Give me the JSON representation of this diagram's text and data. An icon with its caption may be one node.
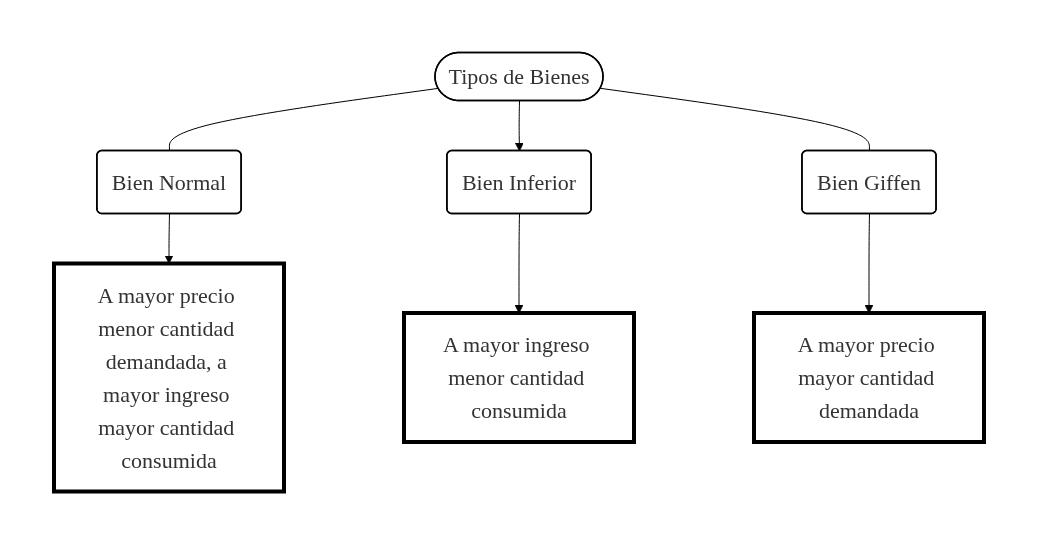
{
  "diagram": {
    "nodes": [
      {
        "text": [
          "Tipos de Bienes"
        ]
      },
      {
        "text": [
          "Bien Normal"
        ]
      },
      {
        "text": [
          "Bien Inferior"
        ]
      },
      {
        "text": [
          "Bien Giffen"
        ]
      },
      {
        "text": [
          "A mayor precio menor cantidad demandada, a mayor ingreso mayor cantidad consumida"
        ]
      },
      {
        "text": [
          "A mayor ingreso menor cantidad consumida"
        ]
      },
      {
        "text": [
          "A mayor precio mayor cantidad demandada"
        ]
      }
    ],
    "edges": [
      {
        "from": 0,
        "to": 1,
        "arrow": "none"
      },
      {
        "from": 0,
        "to": 2,
        "arrow": "to"
      },
      {
        "from": 0,
        "to": 3,
        "arrow": "none"
      },
      {
        "from": 1,
        "to": 4,
        "arrow": "to"
      },
      {
        "from": 2,
        "to": 5,
        "arrow": "to"
      },
      {
        "from": 3,
        "to": 6,
        "arrow": "to"
      }
    ]
  }
}
